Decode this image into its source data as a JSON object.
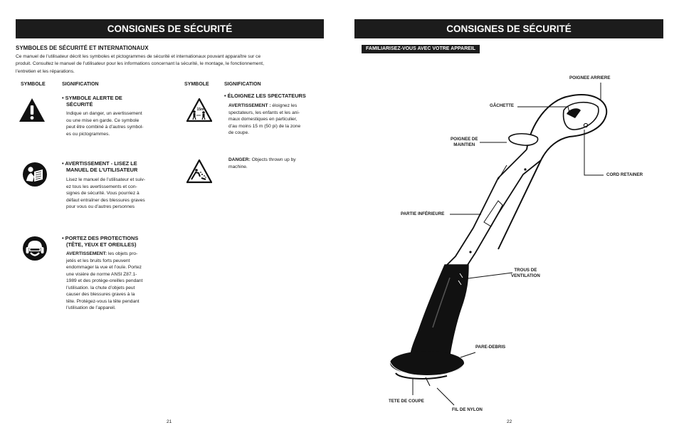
{
  "left_page": {
    "banner": "CONSIGNES DE SÉCURITÉ",
    "section_title": "SYMBOLES DE SÉCURITÉ ET INTERNATIONAUX",
    "intro_lines": [
      "Ce manuel de l’utilisateur décrit les symboles et pictogrammes de sécurité et internationaux pouvant apparaître sur ce",
      "produit. Consultez le manuel de l’utilisateur pour les informations concernant la sécurité, le montage, le fonctionnement,",
      "l’entretien et les réparations."
    ],
    "col_symbole": "SYMBOLE",
    "col_signification": "SIGNIFICATION",
    "col_symbole_2": "SYMBOLE",
    "col_signification_2": "SIGNIFICATION",
    "entries": [
      {
        "icon": "warning-triangle-icon",
        "title_lines": [
          "• SYMBOLE ALERTE DE",
          "SÉCURITÉ"
        ],
        "body_lines": [
          "Indique un danger, un avertissement",
          "ou une mise en garde. Ce symbole",
          "peut être combiné à d’autres symbol-",
          "es ou pictogrammes."
        ]
      },
      {
        "icon": "read-manual-icon",
        "title_lines": [
          "• AVERTISSEMENT - LISEZ LE",
          "MANUEL DE L’UTILISATEUR"
        ],
        "body_lines": [
          "Lisez le manuel de l’utilisateur et suiv-",
          "ez tous les avertissements et con-",
          "signes de sécurité. Vous pourriez à",
          "défaut entraîner des blessures graves",
          "pour vous ou d’autres personnes"
        ]
      },
      {
        "icon": "head-protection-icon",
        "title_lines": [
          "• PORTEZ DES PROTECTIONS",
          "(TÊTE, YEUX ET OREILLES)"
        ],
        "body_bold": "AVERTISSEMENT:",
        "body_first_rest": " les objets pro-",
        "body_lines": [
          "jetés et les bruits forts peuvent",
          "endommager la vue et l’ouïe. Portez",
          "une visière de norme ANSI Z87.1-",
          "1989 et des protège-oreilles pendant",
          "l’utilisation. la chute d’objets peut",
          "causer des blessures graves à la",
          "tête. Protégez-vous la tête pendant",
          "l’utilisation de l’appareil."
        ]
      },
      {
        "icon": "bystanders-icon",
        "icon_text": "15m",
        "title_lines": [
          "• ÉLOIGNEZ LES SPECTATEURS"
        ],
        "body_bold": "AVERTISSEMENT :",
        "body_first_rest": " éloignez les",
        "body_lines": [
          "spectateurs, les enfants et les ani-",
          "maux domestiques en particulier,",
          "d’au moins 15 m (50 pi) de la zone",
          "de coupe."
        ]
      },
      {
        "icon": "thrown-objects-icon",
        "body_bold": "DANGER:",
        "body_first_rest": " Objects thrown up by",
        "body_lines": [
          "machine."
        ]
      }
    ],
    "page_number": "21"
  },
  "right_page": {
    "banner": "CONSIGNES DE SÉCURITÉ",
    "tag": "FAMILIARISEZ-VOUS AVEC VOTRE APPAREIL",
    "callouts": {
      "poignee_arriere": "POIGNEE ARRIERE",
      "gachette": "GÂCHETTE",
      "poignee_maintien_1": "POIGNEE DE",
      "poignee_maintien_2": "MAINTIEN",
      "cord_retainer": "CORD RETAINER",
      "partie_inferieure": "PARTIE INFÉRIEURE",
      "trous_1": "TROUS DE",
      "trous_2": "VENTILATION",
      "pare_debris": "PARE-DEBRIS",
      "tete_coupe": "TETE DE COUPE",
      "fil_nylon": "FIL DE NYLON"
    },
    "page_number": "22"
  }
}
